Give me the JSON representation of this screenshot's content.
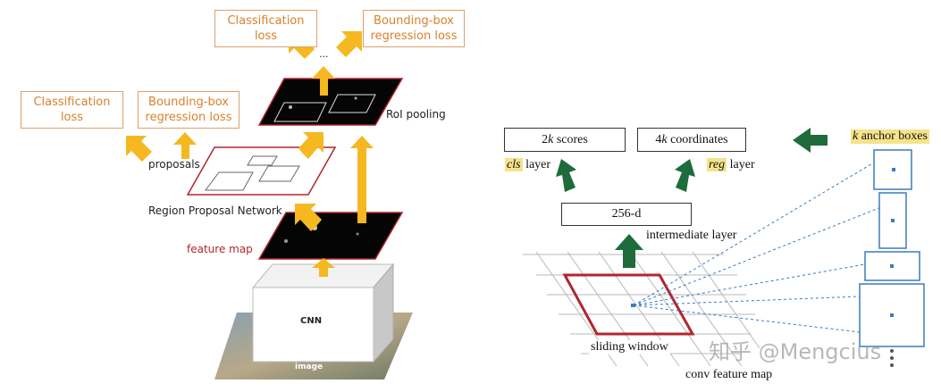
{
  "left": {
    "top_cls_loss": [
      "Classification",
      "loss"
    ],
    "top_bbox_loss": [
      "Bounding-box",
      "regression loss"
    ],
    "ellipsis": "...",
    "roi_pooling": "RoI pooling",
    "rpn_cls_loss": [
      "Classification",
      "loss"
    ],
    "rpn_bbox_loss": [
      "Bounding-box",
      "regression loss"
    ],
    "proposals": "proposals",
    "rpn": "Region Proposal Network",
    "feature_map": "feature map",
    "cnn": "CNN",
    "image": "image"
  },
  "right": {
    "scores": "2k scores",
    "scores_k": "2",
    "scores_italic": "k",
    "scores_rest": " scores",
    "coords_num": "4",
    "coords_italic": "k",
    "coords_rest": " coordinates",
    "cls_layer_hl": "cls",
    "cls_layer_rest": " layer",
    "reg_layer_hl": "reg",
    "reg_layer_rest": " layer",
    "anchor_k": "k",
    "anchor_rest": " anchor boxes",
    "d256": "256-d",
    "intermediate": "intermediate layer",
    "sliding": "sliding window",
    "conv_map": "conv feature map"
  },
  "watermark": "知乎 @Mengcius",
  "colors": {
    "orange_arrow": "#f5b820",
    "orange_text": "#d9822b",
    "green_arrow": "#1e6b3c",
    "red_outline": "#b0262f",
    "anchor_blue": "#3a7bbf"
  }
}
